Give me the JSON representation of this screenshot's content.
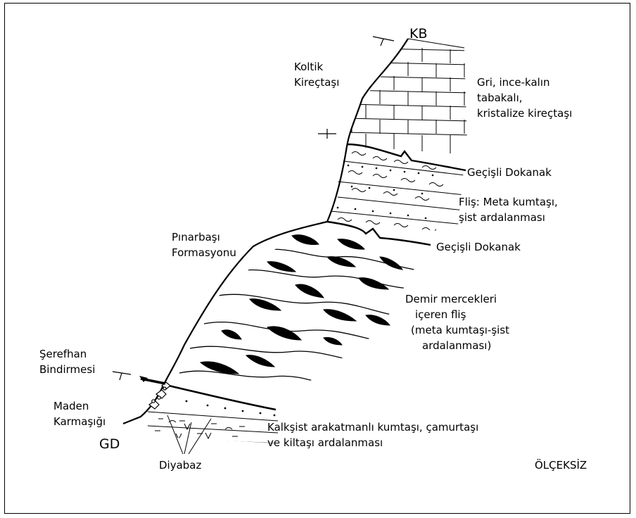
{
  "labels": {
    "kb": "KB",
    "gd": "GD",
    "koltik": [
      "Koltik",
      "Kireçtaşı"
    ],
    "kirectasi_desc": [
      "Gri, ince-kalın",
      "tabakalı,",
      "kristalize kireçtaşı"
    ],
    "gecisli_upper": "Geçişli Dokanak",
    "flis_desc": [
      "Fliş: Meta kumtaşı,",
      "şist ardalanması"
    ],
    "gecisli_lower": "Geçişli Dokanak",
    "pinarbasi": [
      "Pınarbaşı",
      "Formasyonu"
    ],
    "demir_desc": [
      "Demir mercekleri",
      "içeren fliş",
      "(meta kumtaşı-şist",
      "ardalanması)"
    ],
    "serefhan": [
      "Şerefhan",
      "Bindirmesi"
    ],
    "maden": [
      "Maden",
      "Karmaşığı"
    ],
    "kalkşist_desc": [
      "Kalkşist arakatmanlı kumtaşı, çamurtaşı",
      "ve kiltaşı ardalanması"
    ],
    "diyabaz": "Diyabaz",
    "olceksiz": "ÖLÇEKSİZ"
  }
}
